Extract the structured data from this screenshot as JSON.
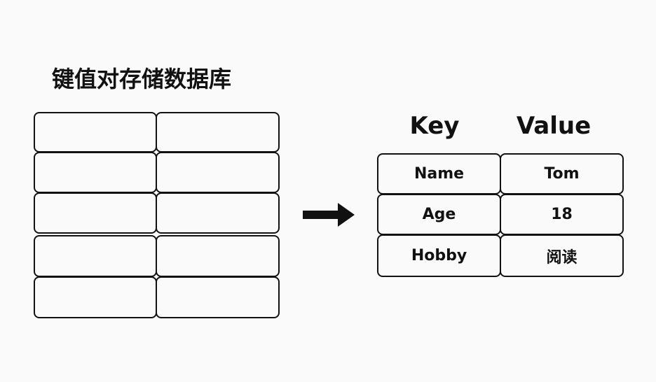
{
  "title": "键值对存储数据库",
  "table_headers": {
    "key": "Key",
    "value": "Value"
  },
  "rows": [
    {
      "key": "Name",
      "value": "Tom"
    },
    {
      "key": "Age",
      "value": "18"
    },
    {
      "key": "Hobby",
      "value": "阅读"
    }
  ],
  "arrow_icon": "right-arrow-icon"
}
